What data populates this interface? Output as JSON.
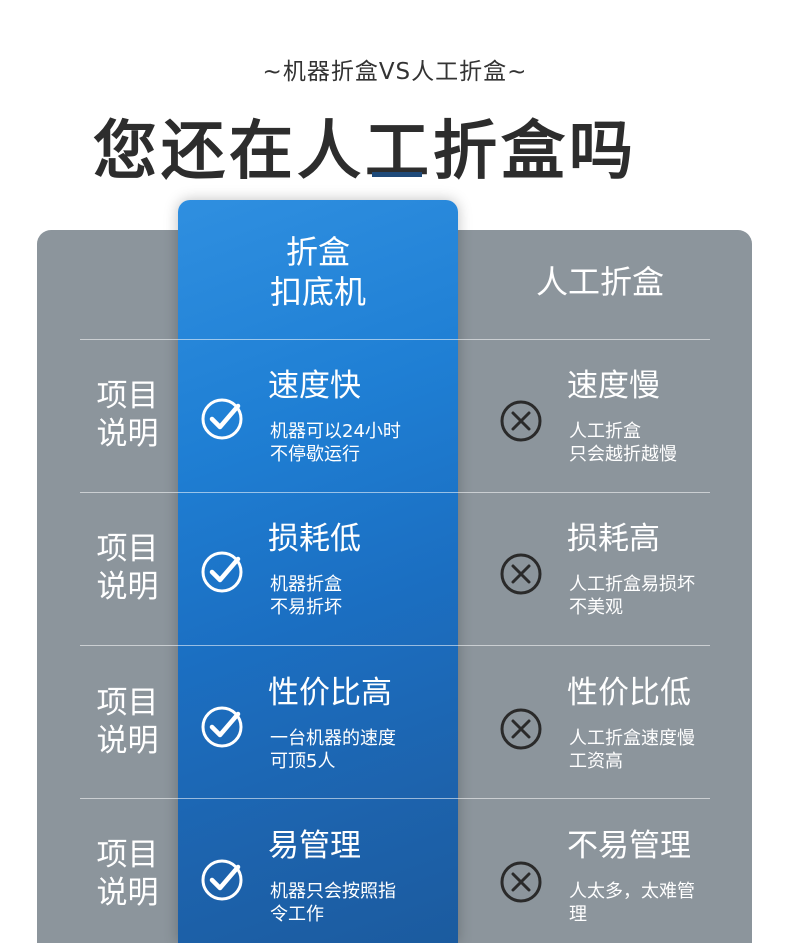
{
  "header": {
    "subtitle": "~机器折盒VS人工折盒~",
    "title": "您还在人工折盒吗"
  },
  "columns": {
    "machine": {
      "line1": "折盒",
      "line2": "扣底机"
    },
    "manual": {
      "label": "人工折盒"
    }
  },
  "rows": [
    {
      "label_line1": "项目",
      "label_line2": "说明",
      "machine": {
        "title": "速度快",
        "desc_line1": "机器可以24小时",
        "desc_line2": "不停歇运行",
        "icon": "check-circle-icon"
      },
      "manual": {
        "title": "速度慢",
        "desc_line1": "人工折盒",
        "desc_line2": "只会越折越慢",
        "icon": "x-circle-icon"
      }
    },
    {
      "label_line1": "项目",
      "label_line2": "说明",
      "machine": {
        "title": "损耗低",
        "desc_line1": "机器折盒",
        "desc_line2": "不易折坏",
        "icon": "check-circle-icon"
      },
      "manual": {
        "title": "损耗高",
        "desc_line1": "人工折盒易损坏",
        "desc_line2": "不美观",
        "icon": "x-circle-icon"
      }
    },
    {
      "label_line1": "项目",
      "label_line2": "说明",
      "machine": {
        "title": "性价比高",
        "desc_line1": "一台机器的速度",
        "desc_line2": "可顶5人",
        "icon": "check-circle-icon"
      },
      "manual": {
        "title": "性价比低",
        "desc_line1": "人工折盒速度慢",
        "desc_line2": "工资高",
        "icon": "x-circle-icon"
      }
    },
    {
      "label_line1": "项目",
      "label_line2": "说明",
      "machine": {
        "title": "易管理",
        "desc_line1": "机器只会按照指",
        "desc_line2": "令工作",
        "icon": "check-circle-icon"
      },
      "manual": {
        "title": "不易管理",
        "desc_line1": "人太多，太难管",
        "desc_line2": "理",
        "icon": "x-circle-icon"
      }
    }
  ],
  "colors": {
    "panel": "#8c959c",
    "highlight": "#1f7fd4",
    "title": "#2d2d2d",
    "underline": "#1e4a7a"
  }
}
